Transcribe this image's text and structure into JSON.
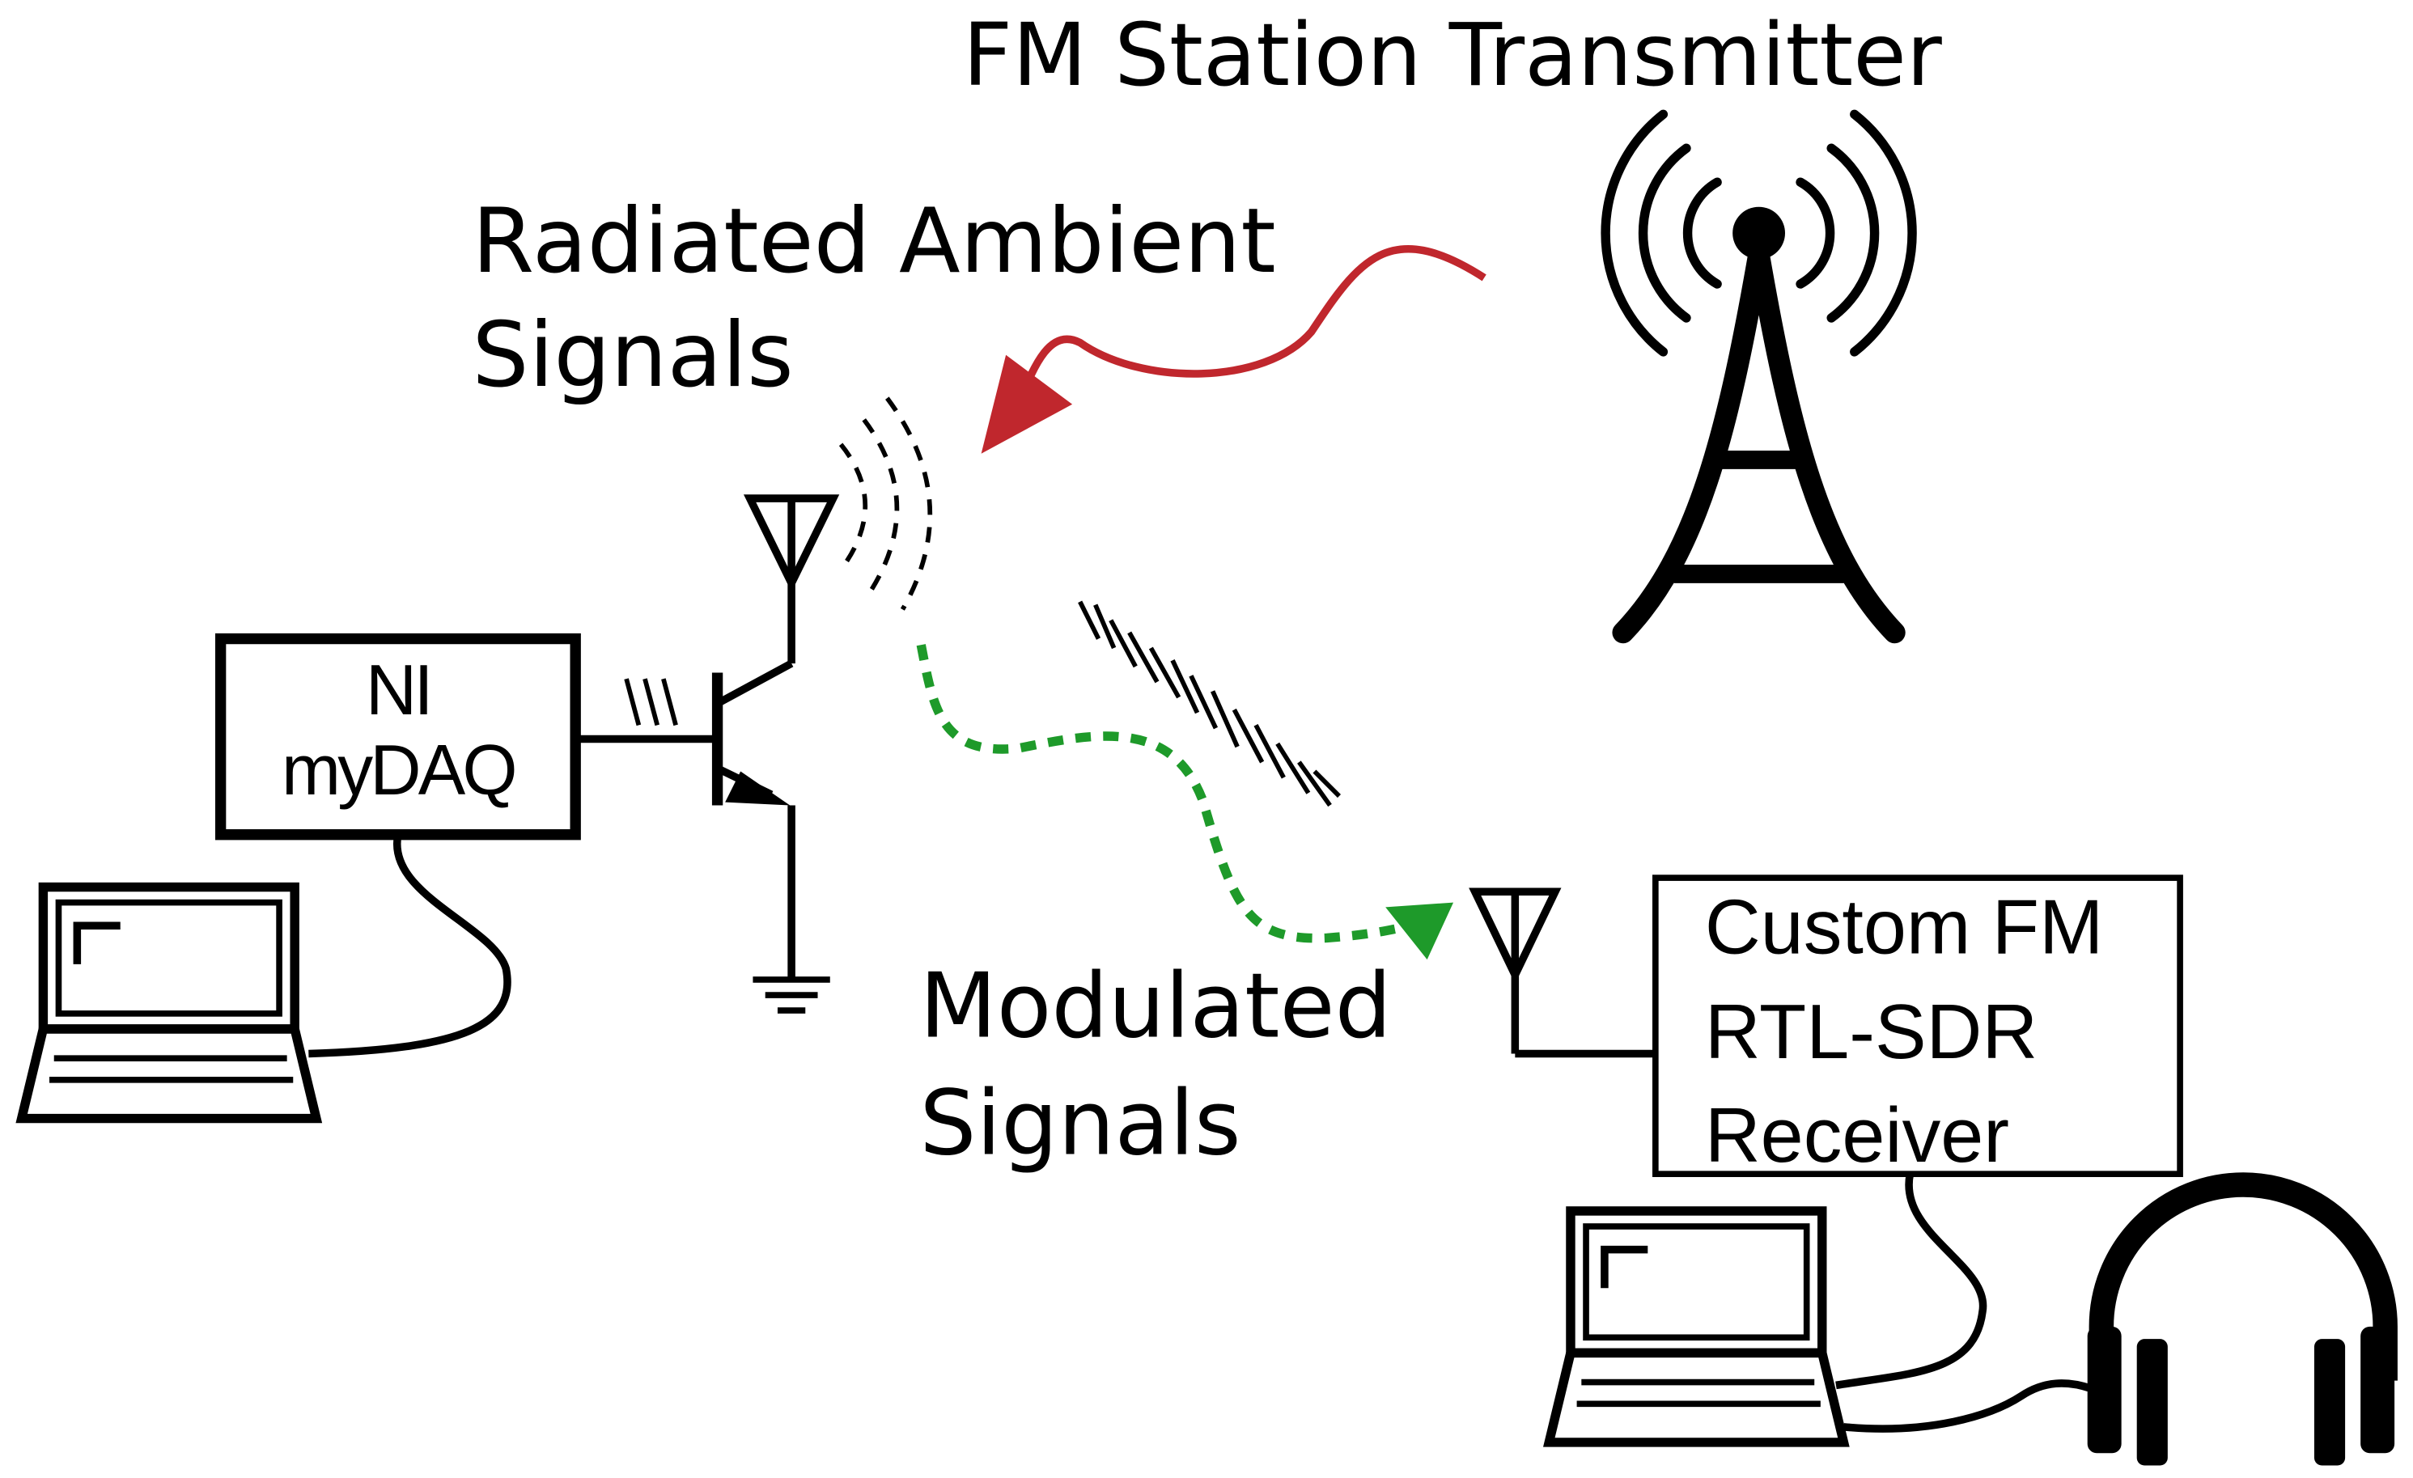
{
  "labels": {
    "transmitter": "FM Station Transmitter",
    "radiated_line1": "Radiated Ambient",
    "radiated_line2": "Signals",
    "modulated_line1": "Modulated",
    "modulated_line2": "Signals"
  },
  "mydaq_box": {
    "line1": "NI",
    "line2": "myDAQ"
  },
  "receiver_box": {
    "line1": "Custom FM",
    "line2": "RTL-SDR",
    "line3": "Receiver"
  },
  "colors": {
    "ambient_arrow": "#c0272d",
    "modulated_arrow": "#1e9a2a",
    "stroke": "#000000"
  },
  "icons": [
    "tower-icon",
    "antenna-icon",
    "transistor-icon",
    "ground-icon",
    "laptop-icon",
    "headphones-icon"
  ]
}
